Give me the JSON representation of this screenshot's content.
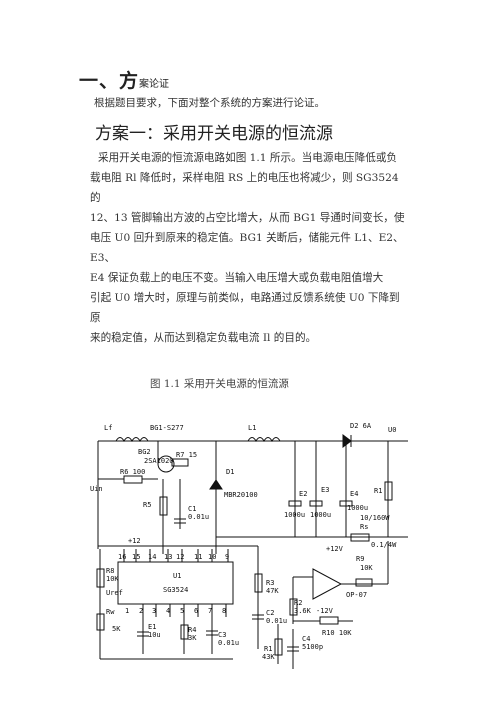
{
  "section": {
    "number_title": "一、方",
    "title_rest": "案论证"
  },
  "intro": "根据题目要求，下面对整个系统的方案进行论证。",
  "subsection": "方案一：采用开关电源的恒流源",
  "paragraph_lines": [
    "采用开关电源的恒流源电路如图 1.1 所示。当电源电压降低或负",
    "载电阻 Rl 降低时，采样电阻 RS 上的电压也将减少，则 SG3524 的",
    "12、13 管脚输出方波的占空比增大，从而 BG1 导通时间变长，使",
    "电压 U0 回升到原来的稳定值。BG1 关断后，储能元件 L1、E2、E3、",
    "E4 保证负载上的电压不变。当输入电压增大或负载电阻值增大",
    "引起 U0 增大时，原理与前类似，电路通过反馈系统使 U0 下降到原",
    "来的稳定值，从而达到稳定负载电流 Il 的目的。"
  ],
  "figure_caption": "图  1.1    采用开关电源的恒流源",
  "circuit_labels": {
    "lf": "Lf",
    "bg1": "BG1-S277",
    "bg2": "BG2",
    "bg2_part": "2SA1020",
    "r7": "R7 15",
    "r6": "R6 100",
    "uin": "Uin",
    "r5": "R5",
    "c1": "C1",
    "c1_val": "0.01u",
    "l1": "L1",
    "d1": "D1",
    "d1_part": "MBR20100",
    "d2": "D2  6A",
    "u0": "U0",
    "e2": "E2",
    "e3": "E3",
    "e4": "E4",
    "e2_val": "1000u",
    "e3_val": "1000u",
    "e4_val": "1000u",
    "r1": "R1",
    "r1_val": "10/160W",
    "rs": "Rs",
    "rs_val": "0.1/4W",
    "plus12": "+12",
    "plus12v": "+12V",
    "minus12v": "-12V",
    "r9": "R9",
    "r9_val": "10K",
    "op": "OP-07",
    "r10": "R10 10K",
    "pins_top": [
      "16",
      "15",
      "14",
      "13",
      "12",
      "11",
      "10",
      "9"
    ],
    "pins_bottom": [
      "1",
      "2",
      "3",
      "4",
      "5",
      "6",
      "7",
      "8"
    ],
    "r8": "R8",
    "r8_val": "10K",
    "uref": "Uref",
    "u1": "U1",
    "u1_part": "SG3524",
    "rw": "Rw",
    "rw_val": "5K",
    "e1": "E1",
    "e1_val": "10u",
    "r4": "R4",
    "r4_val": "3K",
    "c3": "C3",
    "c3_val": "0.01u",
    "r3": "R3",
    "r3_val": "47K",
    "c2": "C2",
    "c2_val": "0.01u",
    "r2": "R2",
    "r2_val": "3.6K",
    "rl": "R1",
    "rl_val": "43K",
    "c4": "C4",
    "c4_val": "5100p"
  }
}
